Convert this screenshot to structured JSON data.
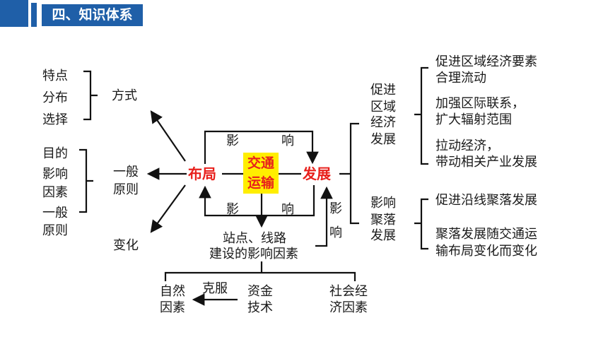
{
  "header": {
    "title": "四、知识体系"
  },
  "core": {
    "layout": "布局",
    "transport": "交通运输",
    "development": "发展"
  },
  "loop": {
    "top_left": "影",
    "top_right": "响",
    "bottom_left": "影",
    "bottom_right": "响",
    "right_v1": "影",
    "right_v2": "响"
  },
  "left": {
    "fangshi": "方式",
    "fangshi_items": [
      "特点",
      "分布",
      "选择"
    ],
    "yiban": [
      "一般",
      "原则"
    ],
    "yiban_items": [
      "目的",
      "影响",
      "因素",
      "一般",
      "原则"
    ],
    "bianhua": "变化"
  },
  "bottom": {
    "station": [
      "站点、线路",
      "建设的影响因素"
    ],
    "natural": [
      "自然",
      "因素"
    ],
    "overcome": "克服",
    "capital": [
      "资金",
      "技术"
    ],
    "social": [
      "社会经",
      "济因素"
    ]
  },
  "right": {
    "regional": [
      "促进",
      "区域",
      "经济",
      "发展"
    ],
    "regional_items": [
      [
        "促进区域经济要素",
        "合理流动"
      ],
      [
        "加强区际联系，",
        "扩大辐射范围"
      ],
      [
        "拉动经济，",
        "带动相关产业发展"
      ]
    ],
    "settlement": [
      "影响",
      "聚落",
      "发展"
    ],
    "settlement_items": [
      [
        "促进沿线聚落发展"
      ],
      [
        "聚落发展随交通运",
        "输布局变化而变化"
      ]
    ]
  },
  "colors": {
    "accent": "#1f5fa8",
    "core_text": "#e8201c",
    "highlight": "#ffee00"
  }
}
